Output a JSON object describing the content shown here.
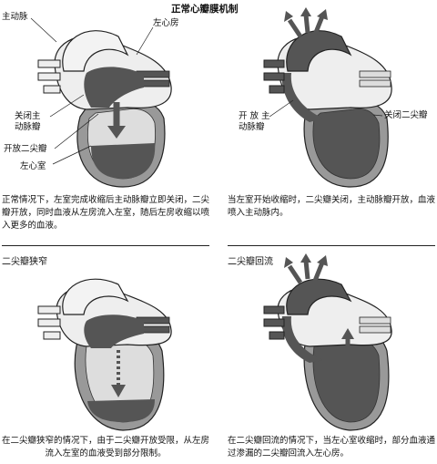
{
  "top_title": "正常心瓣膜机制",
  "panels": {
    "p1": {
      "labels": {
        "aorta": "主动脉",
        "left_atrium": "左心房",
        "closed_aortic_valve": "关闭主\n动脉瓣",
        "open_mitral": "开放二尖瓣",
        "left_ventricle": "左心室"
      },
      "caption": "正常情况下，左室完成收缩后主动脉瓣立即关闭，二尖瓣开放，同时血液从左房流入左室，随后左房收缩以喷入更多的血液。"
    },
    "p2": {
      "labels": {
        "open_aortic_valve": "开 放 主\n动脉瓣",
        "closed_mitral": "关闭二尖瓣"
      },
      "caption": "当左室开始收缩时，二尖瓣关闭，主动脉瓣开放，血液喷入主动脉内。"
    },
    "p3": {
      "heading": "二尖瓣狭窄",
      "caption": "在二尖瓣狭窄的情况下，由于二尖瓣开放受限，从左房流入左室的血液受到部分限制。"
    },
    "p4": {
      "heading": "二尖瓣回流",
      "caption": "在二尖瓣回流的情况下，当左心室收缩时，部分血液通过渗漏的二尖瓣回流入左心房。"
    }
  }
}
